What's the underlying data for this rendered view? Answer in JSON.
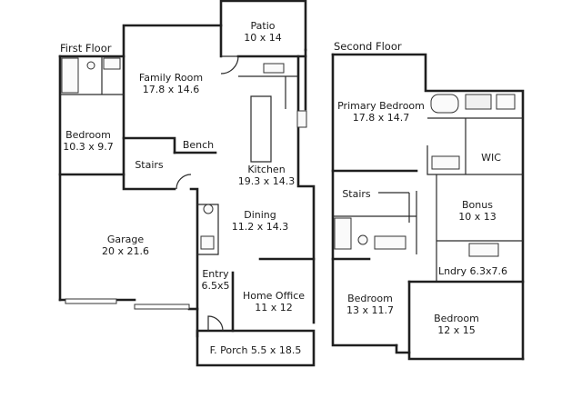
{
  "floors": {
    "first": "First Floor",
    "second": "Second Floor"
  },
  "rooms": {
    "patio": {
      "name": "Patio",
      "dims": "10 x 14"
    },
    "family_room": {
      "name": "Family Room",
      "dims": "17.8 x 14.6"
    },
    "bedroom1": {
      "name": "Bedroom",
      "dims": "10.3 x 9.7"
    },
    "stairs1": {
      "name": "Stairs"
    },
    "bench": {
      "name": "Bench"
    },
    "kitchen": {
      "name": "Kitchen",
      "dims": "19.3 x 14.3"
    },
    "dining": {
      "name": "Dining",
      "dims": "11.2 x 14.3"
    },
    "garage": {
      "name": "Garage",
      "dims": "20 x 21.6"
    },
    "entry": {
      "name": "Entry",
      "dims": "6.5x5"
    },
    "home_office": {
      "name": "Home Office",
      "dims": "11 x 12"
    },
    "f_porch": {
      "name": "F. Porch 5.5 x 18.5"
    },
    "primary_bedroom": {
      "name": "Primary Bedroom",
      "dims": "17.8 x 14.7"
    },
    "wic": {
      "name": "WIC"
    },
    "stairs2": {
      "name": "Stairs"
    },
    "bonus": {
      "name": "Bonus",
      "dims": "10 x 13"
    },
    "laundry": {
      "name": "Lndry 6.3x7.6"
    },
    "bedroom2": {
      "name": "Bedroom",
      "dims": "13 x 11.7"
    },
    "bedroom3": {
      "name": "Bedroom",
      "dims": "12 x 15"
    }
  }
}
